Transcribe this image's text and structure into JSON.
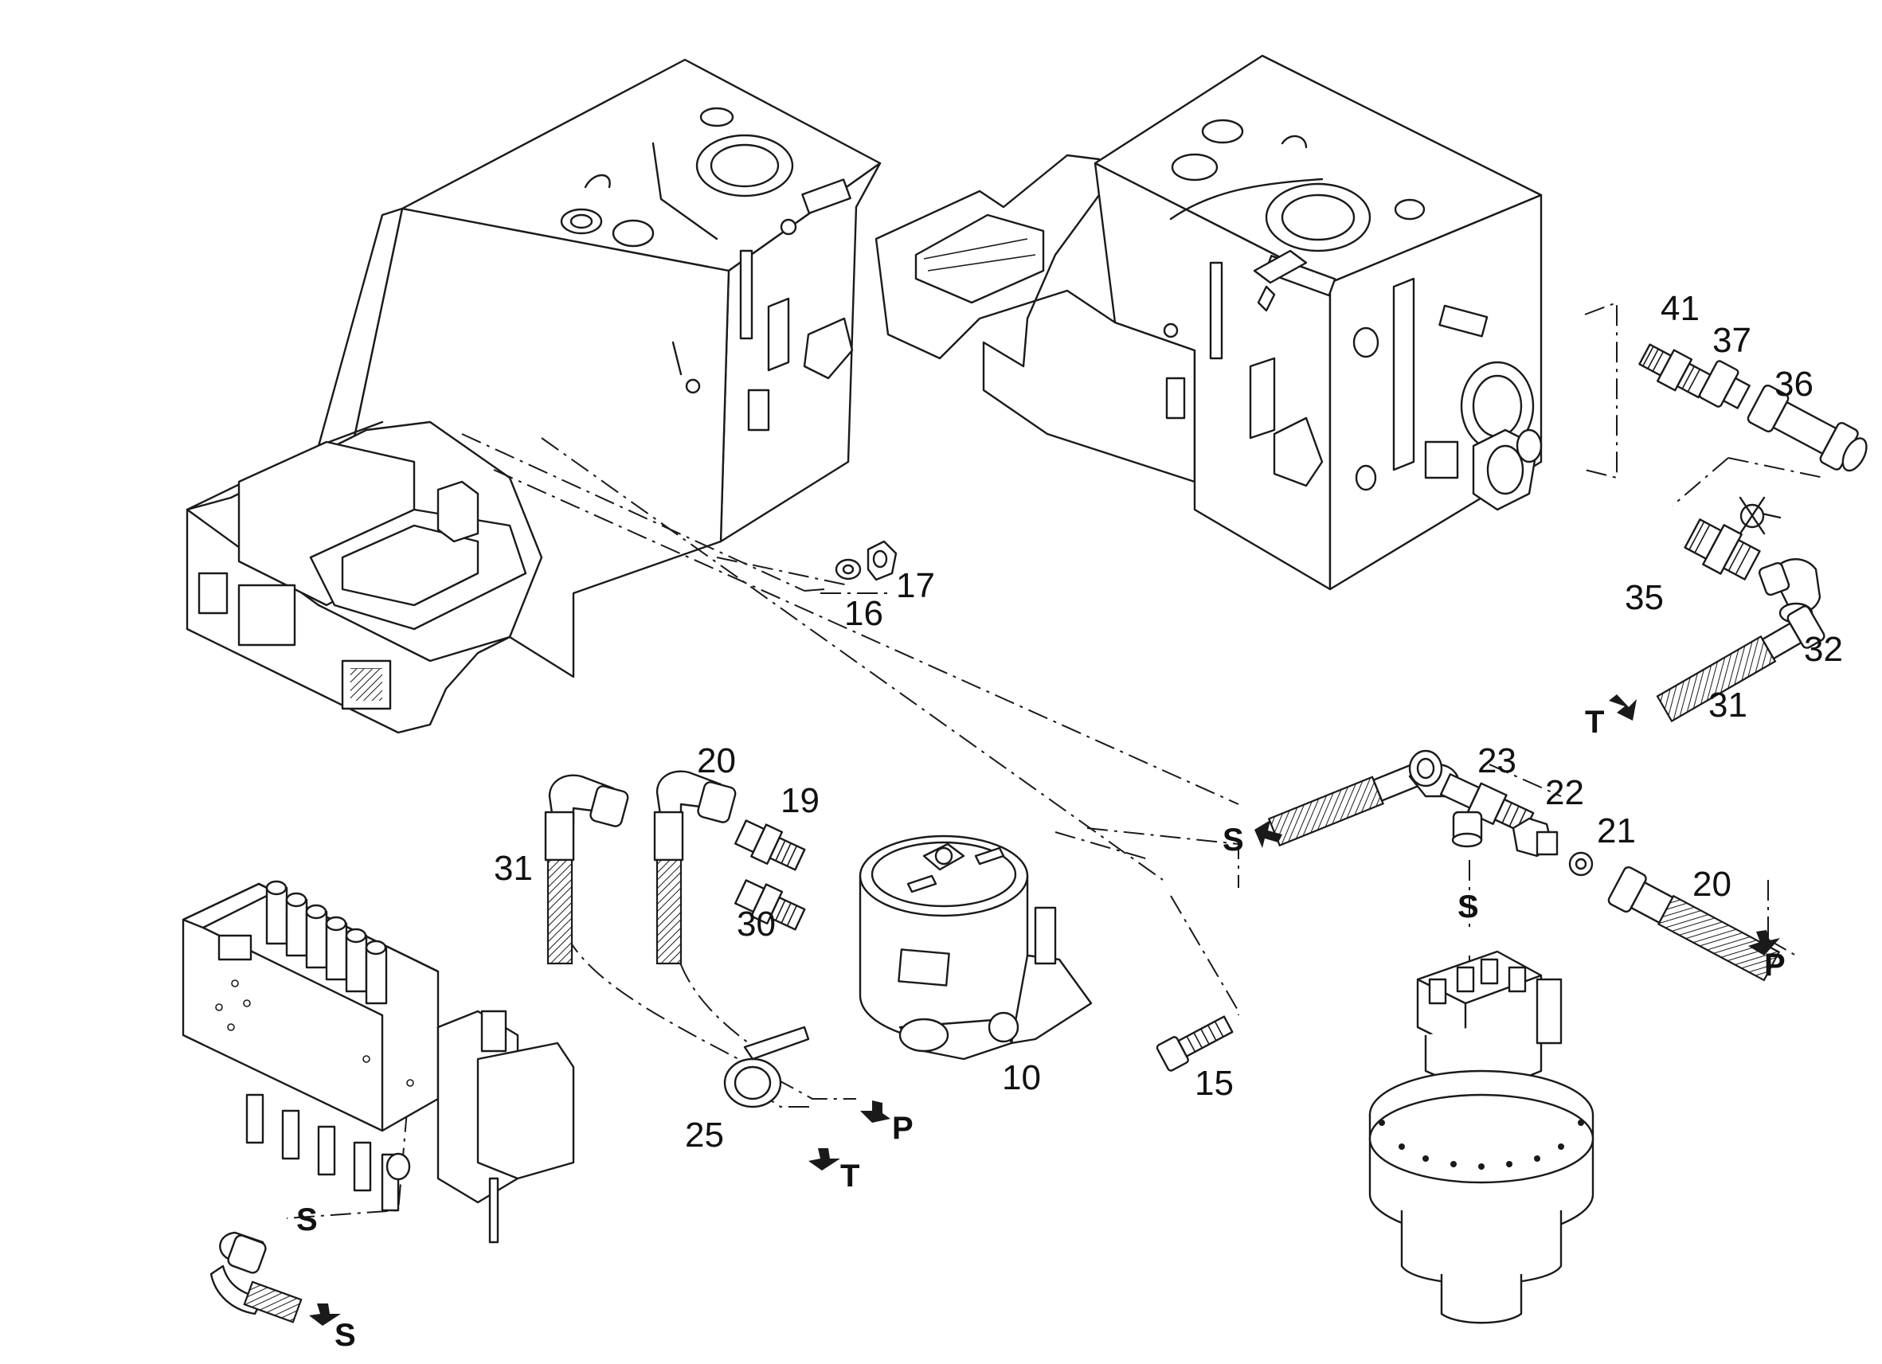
{
  "callouts": {
    "c41": "41",
    "c37": "37",
    "c36": "36",
    "c35": "35",
    "c32": "32",
    "c31a": "31",
    "c16": "16",
    "c17": "17",
    "c20a": "20",
    "c19": "19",
    "c31b": "31",
    "c30": "30",
    "c10": "10",
    "c15": "15",
    "c25": "25",
    "c23": "23",
    "c22": "22",
    "c21": "21",
    "c20b": "20"
  },
  "port_labels": {
    "t_right": "T",
    "s_top": "S",
    "s_mid": "S",
    "p_right": "P",
    "p_center": "P",
    "t_center": "T",
    "s_valve": "S",
    "s_bottom": "S"
  },
  "colors": {
    "line": "#1a1a1a",
    "background": "#ffffff"
  }
}
